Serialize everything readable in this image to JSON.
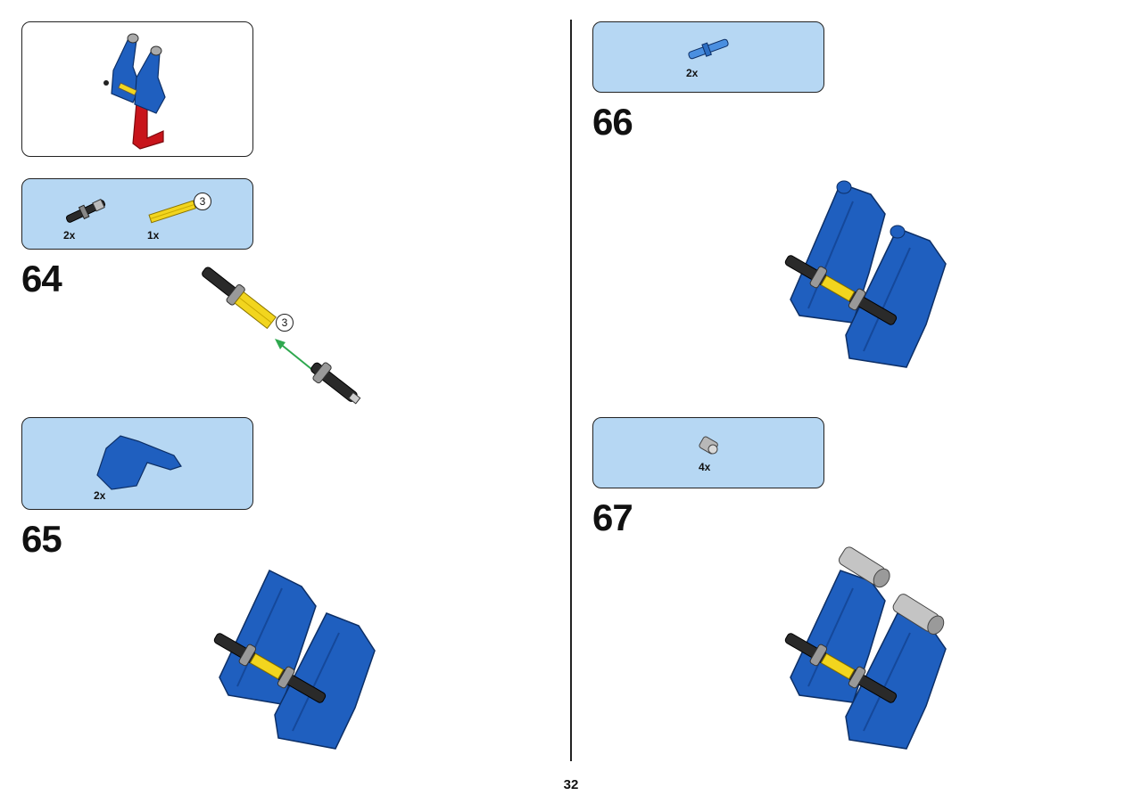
{
  "steps": [
    {
      "number": "64",
      "parts": [
        {
          "qty": "2x"
        },
        {
          "qty": "1x",
          "callout": "3"
        }
      ],
      "callout": "3"
    },
    {
      "number": "65",
      "parts": [
        {
          "qty": "2x"
        }
      ]
    },
    {
      "number": "66",
      "parts": [
        {
          "qty": "2x"
        }
      ]
    },
    {
      "number": "67",
      "parts": [
        {
          "qty": "4x"
        }
      ]
    }
  ],
  "page_number": "32",
  "colors": {
    "part_box": "#b6d7f3",
    "brick_blue": "#1f5fbf",
    "brick_red": "#c8141b",
    "axle_yellow": "#f2d51e",
    "arrow_green": "#2fa84f"
  }
}
